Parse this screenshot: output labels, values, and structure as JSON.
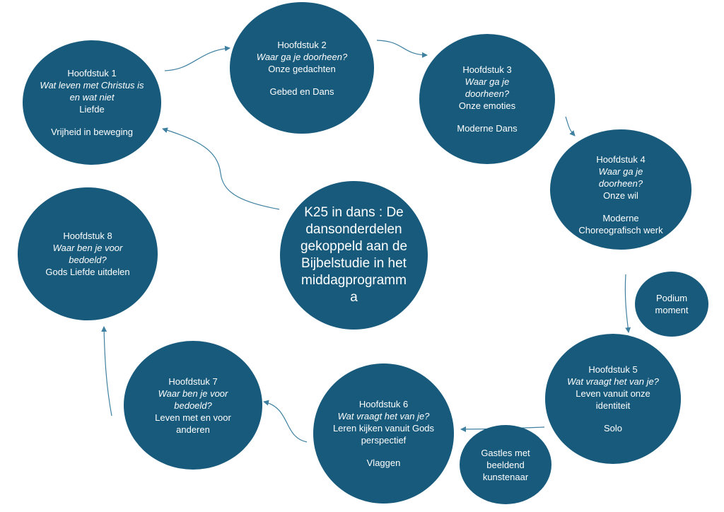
{
  "colors": {
    "node_fill": "#175a7c",
    "node_text": "#ffffff",
    "arrow": "#3f80a0"
  },
  "center": {
    "text": "K25 in dans : De dansonderdelen gekoppeld aan de Bijbelstudie in het middagprogramm a"
  },
  "chapters": [
    {
      "title": "Hoofdstuk 1",
      "subtitle": "Wat leven met Christus is en wat niet",
      "topic": "Liefde",
      "dance": "Vrijheid in beweging"
    },
    {
      "title": "Hoofdstuk 2",
      "subtitle": "Waar ga je doorheen?",
      "topic": "Onze gedachten",
      "dance": "Gebed en Dans"
    },
    {
      "title": "Hoofdstuk 3",
      "subtitle": "Waar ga je doorheen?",
      "topic": "Onze emoties",
      "dance": "Moderne Dans"
    },
    {
      "title": "Hoofdstuk 4",
      "subtitle": "Waar ga je doorheen?",
      "topic": "Onze wil",
      "dance": "Moderne Choreografisch werk"
    },
    {
      "title": "Hoofdstuk 5",
      "subtitle": "Wat vraagt het van je?",
      "topic": "Leven vanuit onze identiteit",
      "dance": "Solo"
    },
    {
      "title": "Hoofdstuk 6",
      "subtitle": "Wat vraagt het van je?",
      "topic": "Leren kijken vanuit Gods perspectief",
      "dance": "Vlaggen"
    },
    {
      "title": "Hoofdstuk 7",
      "subtitle": "Waar ben je voor bedoeld?",
      "topic": "Leven met en voor anderen",
      "dance": ""
    },
    {
      "title": "Hoofdstuk 8",
      "subtitle": "Waar ben je voor bedoeld?",
      "topic": "Gods Liefde uitdelen",
      "dance": ""
    }
  ],
  "extras": {
    "podium": "Podium moment",
    "gastles": "Gastles met beeldend kunstenaar"
  }
}
